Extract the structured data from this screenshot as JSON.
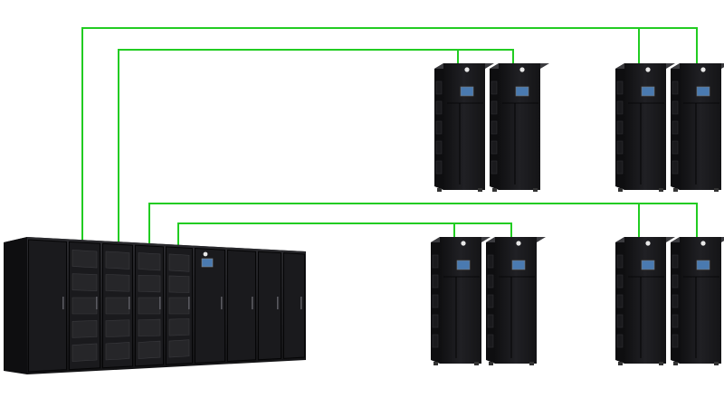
{
  "colors": {
    "background": "#ffffff",
    "connection_line": "#22cc22",
    "cabinet_body": "#1c1c1e",
    "cabinet_side": "#0e0e10",
    "cabinet_top": "#3a3a3e",
    "panel_grille": "#262629",
    "display_screen": "#4a7ab0",
    "logo_badge": "#e8e8e8"
  },
  "icons": {
    "main_ups_system": "ups-main-cabinet-icon",
    "ups_module": "ups-rack-cabinet-icon",
    "brand_logo": "vertiv-logo-icon"
  },
  "diagram": {
    "main_cabinet_bays": 9,
    "module_groups": [
      {
        "row": "top",
        "side": "left",
        "modules": 2
      },
      {
        "row": "top",
        "side": "right",
        "modules": 2
      },
      {
        "row": "bottom",
        "side": "left",
        "modules": 2
      },
      {
        "row": "bottom",
        "side": "right",
        "modules": 2
      }
    ]
  }
}
